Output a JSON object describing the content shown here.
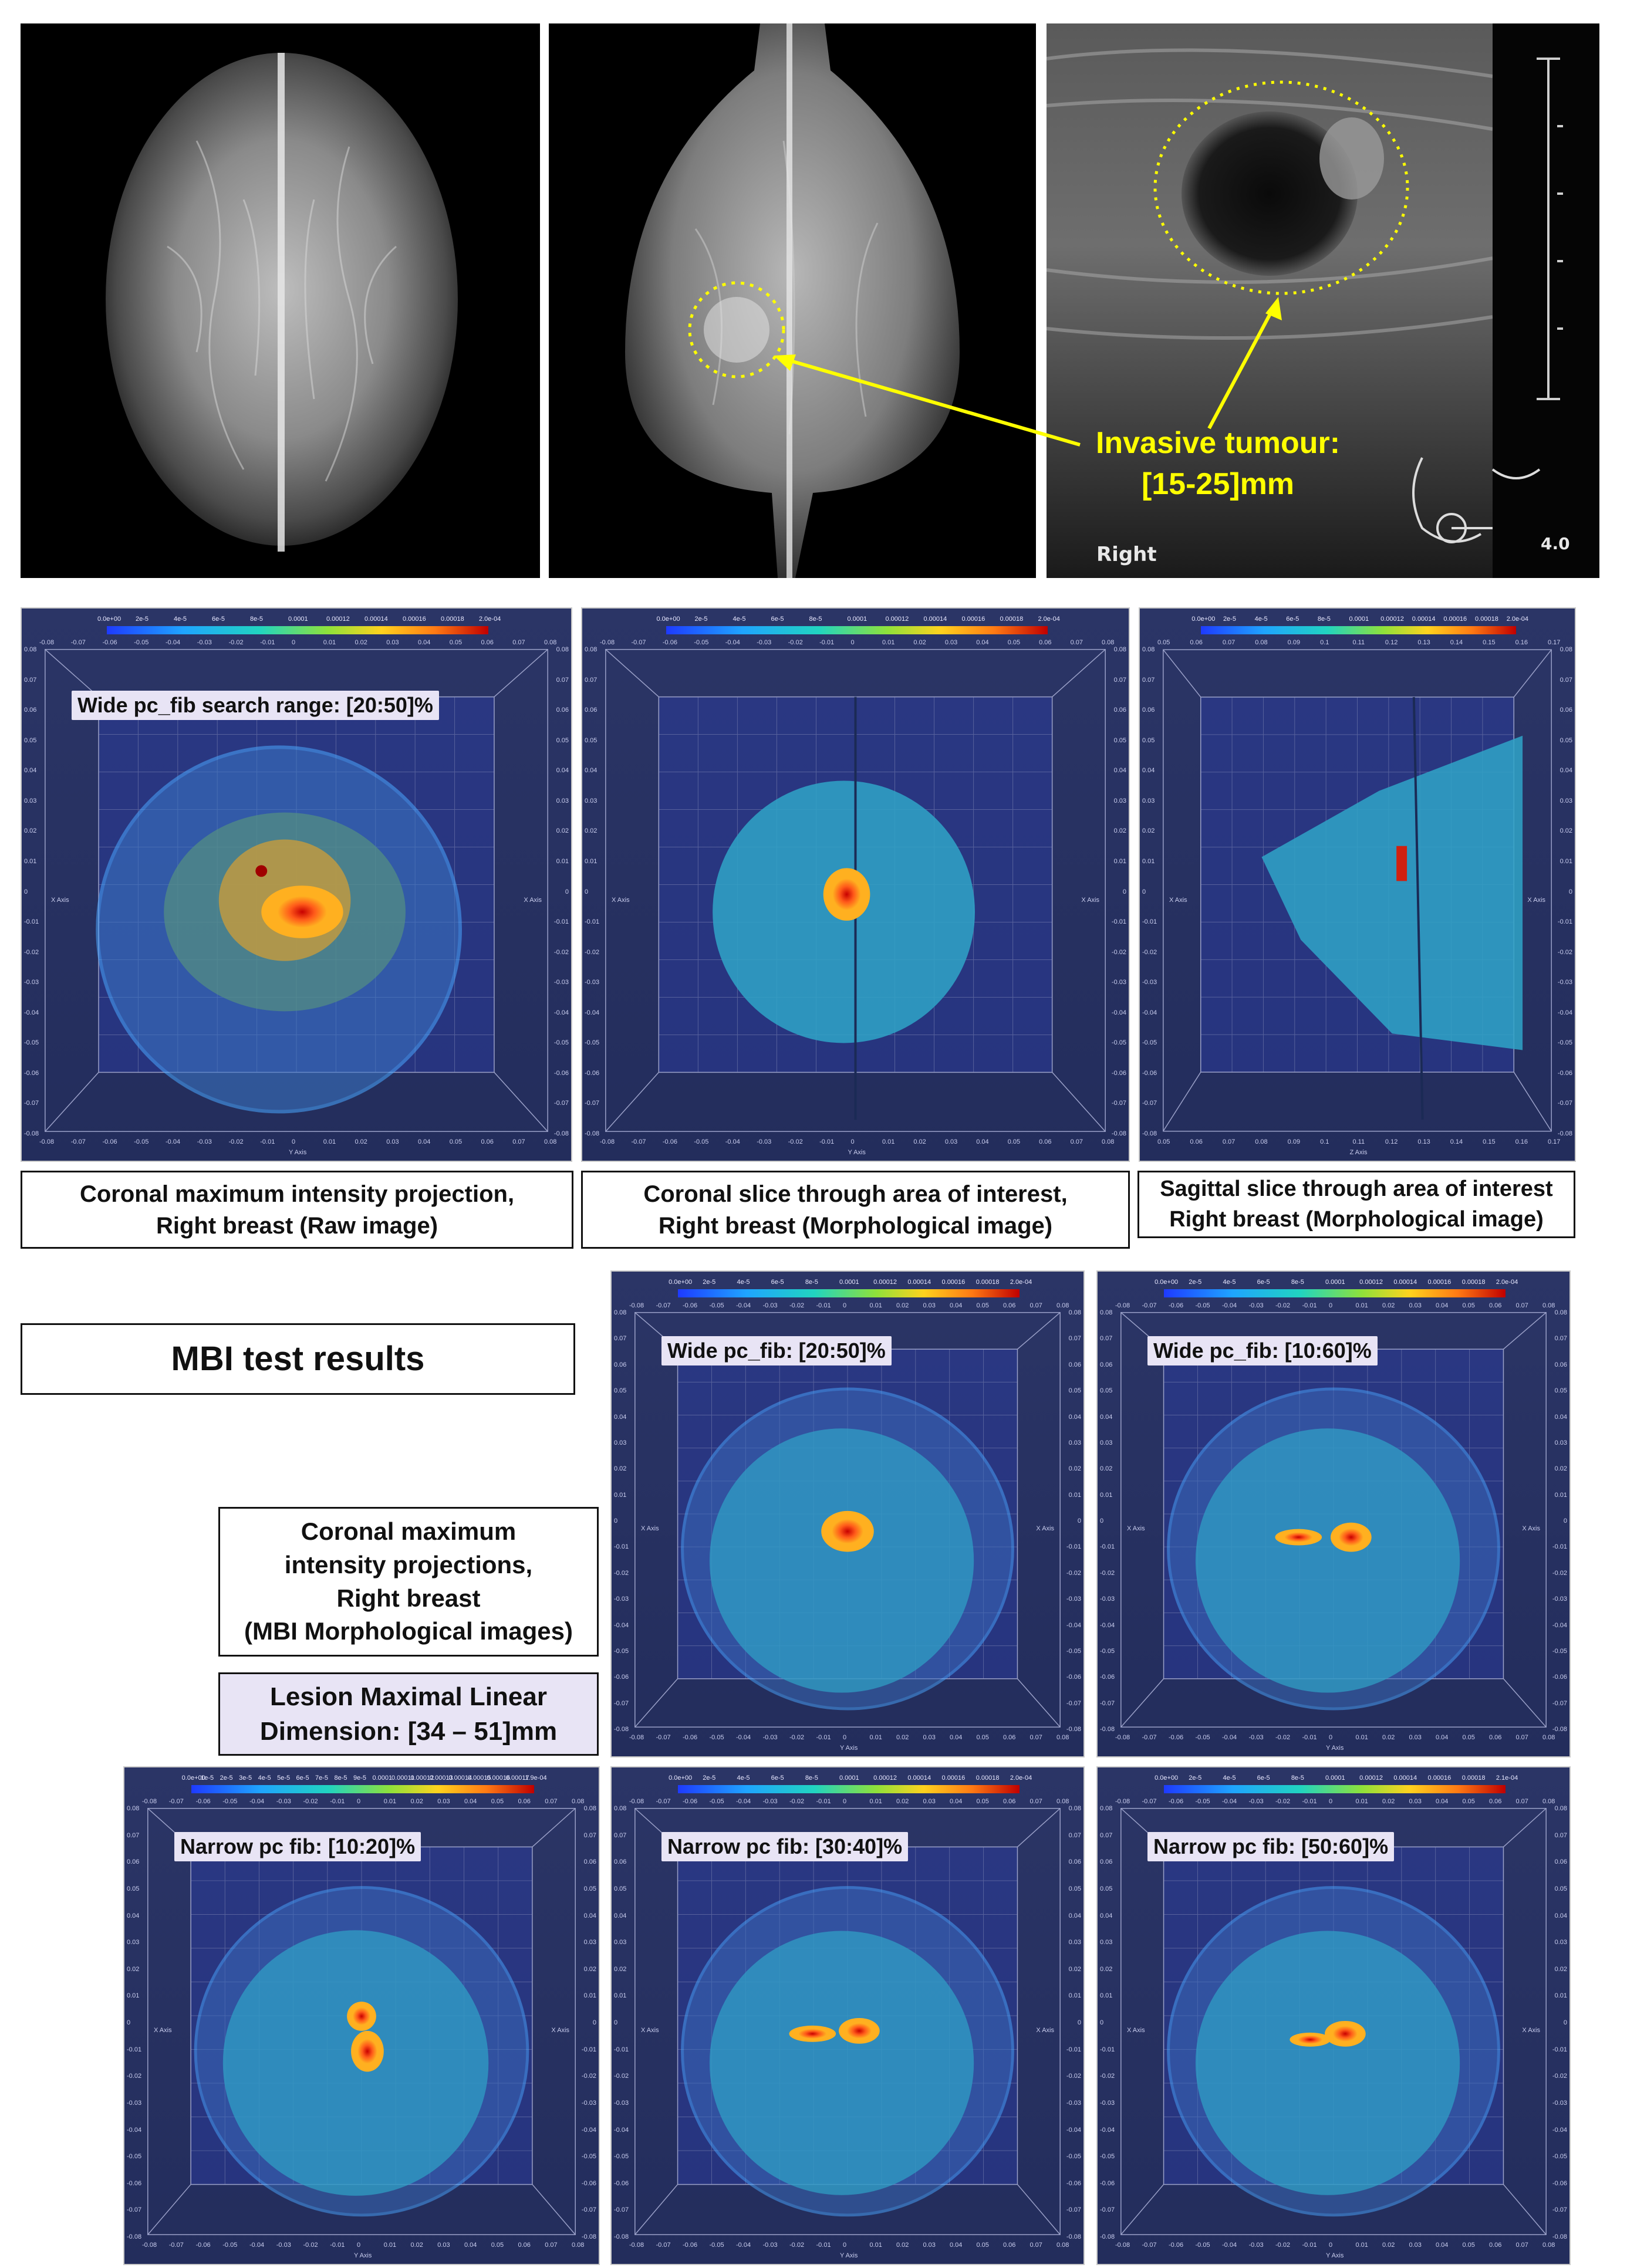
{
  "ultrasound": {
    "annotation": "Invasive tumour:\n[15-25]mm",
    "side_label": "Right",
    "depth_label": "4.0"
  },
  "colorbars": {
    "a": [
      "0.0e+00",
      "2e-5",
      "4e-5",
      "6e-5",
      "8e-5",
      "0.0001",
      "0.00012",
      "0.00014",
      "0.00016",
      "0.00018",
      "2.0e-04"
    ],
    "b": [
      "0.0e+00",
      "1e-5",
      "2e-5",
      "3e-5",
      "4e-5",
      "5e-5",
      "6e-5",
      "7e-5",
      "8e-5",
      "9e-5",
      "0.0001",
      "0.00011",
      "0.00012",
      "0.00013",
      "0.00014",
      "0.00015",
      "0.00016",
      "0.00017",
      "1.9e-04"
    ],
    "c": [
      "0.0e+00",
      "2e-5",
      "4e-5",
      "6e-5",
      "8e-5",
      "0.0001",
      "0.00012",
      "0.00014",
      "0.00016",
      "0.00018",
      "2.1e-04"
    ]
  },
  "axis_ticks": {
    "y": [
      "-0.08",
      "-0.07",
      "-0.06",
      "-0.05",
      "-0.04",
      "-0.03",
      "-0.02",
      "-0.01",
      "0",
      "0.01",
      "0.02",
      "0.03",
      "0.04",
      "0.05",
      "0.06",
      "0.07",
      "0.08"
    ],
    "z": [
      "0.05",
      "0.06",
      "0.07",
      "0.08",
      "0.09",
      "0.1",
      "0.11",
      "0.12",
      "0.13",
      "0.14",
      "0.15",
      "0.16",
      "0.17"
    ],
    "y_axis_label": "Y Axis",
    "x_axis_label": "X Axis",
    "z_axis_label": "Z Axis"
  },
  "panels": {
    "p1_label": "Wide pc_fib search range: [20:50]%",
    "p4_label": "Wide pc_fib: [20:50]%",
    "p5_label": "Wide pc_fib: [10:60]%",
    "p6_label": "Narrow pc fib: [10:20]%",
    "p7_label": "Narrow pc fib: [30:40]%",
    "p8_label": "Narrow pc fib: [50:60]%"
  },
  "captions": {
    "c1": "Coronal maximum intensity projection,\nRight breast (Raw image)",
    "c2": "Coronal slice through area of interest,\nRight breast (Morphological image)",
    "c3": "Sagittal slice through area of interest\nRight breast (Morphological image)",
    "mbi": "MBI test results",
    "projections": "Coronal maximum\nintensity projections,\nRight breast\n(MBI Morphological images)",
    "lesion": "Lesion Maximal Linear\nDimension: [34 – 51]mm"
  },
  "colors": {
    "annotation": "#ffff00",
    "lesion_box": "#e8e4f5"
  }
}
